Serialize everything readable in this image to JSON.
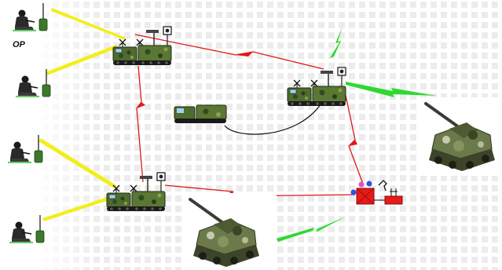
{
  "labels": {
    "observation_post": "OP"
  },
  "colors": {
    "background": "#ffffff",
    "pattern_square": "#ececec",
    "soldier_link": "#f2ee1a",
    "command_link": "#e01818",
    "fire_link": "#2fd82f",
    "cable": "#111111",
    "fire_control_unit": "#e61a1a",
    "vehicle_camo_dark": "#2f4a23",
    "vehicle_camo_light": "#6b8a3a"
  },
  "nodes": {
    "soldiers": [
      "soldier-1",
      "soldier-2",
      "soldier-3",
      "soldier-4"
    ],
    "command_vehicles": [
      "command-vehicle-top",
      "command-vehicle-mid",
      "command-vehicle-left"
    ],
    "artillery": [
      "howitzer-right",
      "howitzer-bottom"
    ],
    "fire_control": "fire-control-unit"
  }
}
